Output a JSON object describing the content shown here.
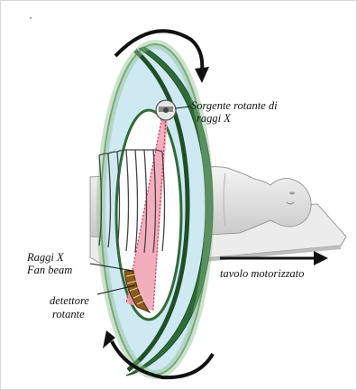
{
  "diagram": {
    "labels": {
      "source_line1": "Sorgente rotante di",
      "source_line2": "raggi X",
      "fan_line1": "Raggi X",
      "fan_line2": "Fan beam",
      "detector_line1": "detettore",
      "detector_line2": "rotante",
      "table": "tavolo motorizzato"
    },
    "colors": {
      "ring_fill": "#cfe9f2",
      "ring_edge": "#6a9a6a",
      "ring_dark": "#1f4f26",
      "beam": "#e0607a",
      "detector": "#8a5a20",
      "table": "#eeeeee",
      "arrow": "#111111"
    }
  }
}
